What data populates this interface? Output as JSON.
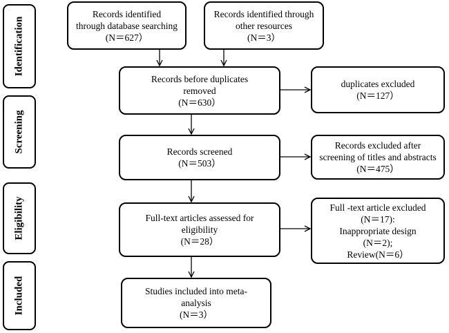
{
  "stages": {
    "identification": "Identification",
    "screening": "Screening",
    "eligibility": "Eligibility",
    "included": "Included"
  },
  "boxes": {
    "db_search": [
      "Records identified",
      "through database searching",
      "(N＝627）"
    ],
    "other_sources": [
      "Records identified through",
      "other resources",
      "(N＝3）"
    ],
    "before_dup": [
      "Records before duplicates",
      "removed",
      "(N＝630）"
    ],
    "dup_excluded": [
      "duplicates excluded",
      "(N＝127）"
    ],
    "screened": [
      "Records screened",
      "(N＝503）"
    ],
    "excluded_screening": [
      "Records excluded after",
      "screening of titles and abstracts",
      "(N＝475）"
    ],
    "fulltext": [
      "Full-text articles  assessed for",
      "eligibility",
      "(N＝28）"
    ],
    "fulltext_excluded": [
      "Full -text article excluded",
      "(N＝17):",
      "Inappropriate design",
      "(N＝2);",
      "Review(N＝6）"
    ],
    "included": [
      "Studies included  into meta-",
      "analysis",
      "(N＝3）"
    ]
  }
}
